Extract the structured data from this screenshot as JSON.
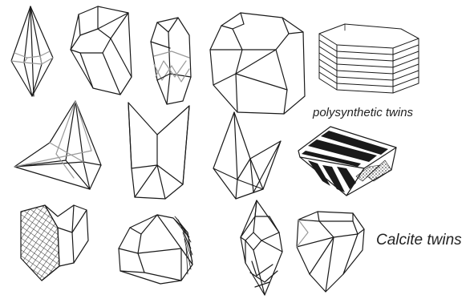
{
  "labels": {
    "polysynthetic": "polysynthetic twins",
    "calcite": "Calcite twins"
  },
  "colors": {
    "line": "#1a1a1a",
    "hidden_edge": "#9a9a9a",
    "background": "#ffffff"
  },
  "figures": [
    {
      "name": "elongated-bipyramid-twin"
    },
    {
      "name": "blocky-prism-twin"
    },
    {
      "name": "short-prism-twin-with-hidden-edges"
    },
    {
      "name": "rounded-block-twin"
    },
    {
      "name": "stacked-plates-polysynthetic"
    },
    {
      "name": "pointed-star-twin"
    },
    {
      "name": "v-notch-prism-twin"
    },
    {
      "name": "contact-arrow-twin"
    },
    {
      "name": "striped-lamellar-block"
    },
    {
      "name": "crosshatched-face-twin"
    },
    {
      "name": "flat-dome-twin"
    },
    {
      "name": "kite-bipyramid-twin"
    },
    {
      "name": "heart-shaped-twin"
    }
  ]
}
